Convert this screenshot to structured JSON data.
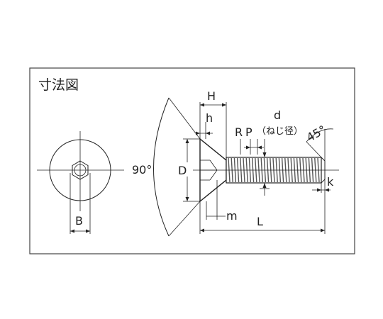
{
  "title": "寸法図",
  "labels": {
    "H": "H",
    "h": "h",
    "d": "d",
    "thread_note": "（ねじ径）",
    "R": "R",
    "P": "P",
    "angle_chamfer": "45°",
    "angle_head": "90°",
    "D": "D",
    "k": "k",
    "m": "m",
    "L": "L",
    "B": "B"
  },
  "colors": {
    "line": "#222222",
    "thread": "#555555",
    "background": "#ffffff"
  }
}
